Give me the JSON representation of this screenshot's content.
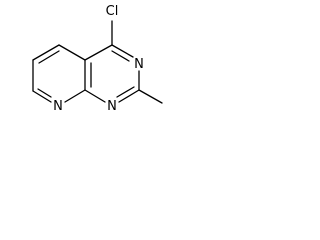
{
  "molecule": {
    "atoms": [
      {
        "id": "cl",
        "label": "Cl"
      },
      {
        "id": "n3",
        "label": "N"
      },
      {
        "id": "n1",
        "label": "N"
      },
      {
        "id": "n8",
        "label": "N"
      }
    ]
  },
  "style": {
    "bond_color": "#000000",
    "label_color": "#000000",
    "background": "#ffffff"
  }
}
